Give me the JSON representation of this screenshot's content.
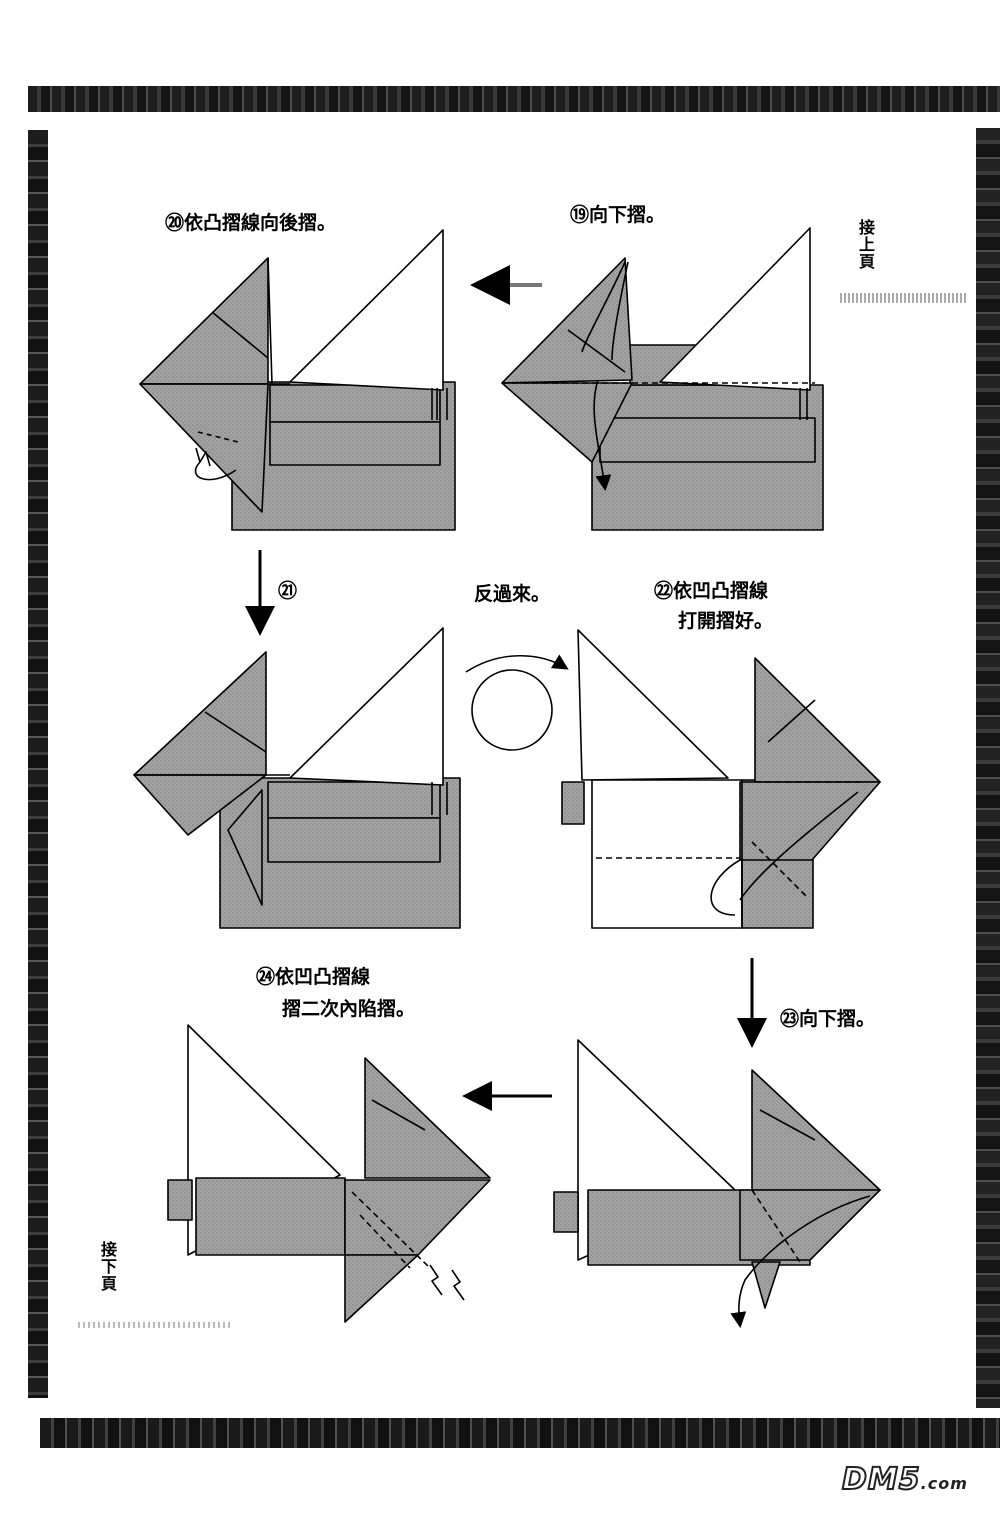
{
  "captions": {
    "step19": "⑲向下摺。",
    "step20": "⑳依凸摺線向後摺。",
    "step21": "㉑",
    "turn_over": "反過來。",
    "step22_line1": "㉒依凹凸摺線",
    "step22_line2": "打開摺好。",
    "step23": "㉓向下摺。",
    "step24_line1": "㉔依凹凸摺線",
    "step24_line2": "摺二次內陷摺。"
  },
  "continue_from_prev": "接上頁",
  "continue_to_next": "接下頁",
  "watermark": {
    "main": "DM5",
    "suffix": ".com"
  },
  "colors": {
    "paper_shade": "#9c9c9c",
    "paper_light": "#ffffff",
    "ink": "#000000"
  }
}
